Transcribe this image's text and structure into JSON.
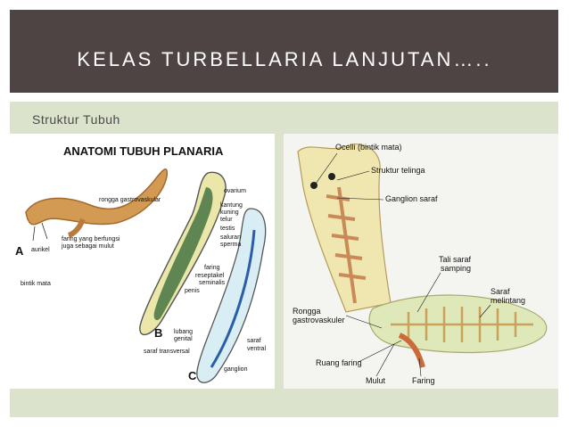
{
  "slide": {
    "title": "KELAS TURBELLARIA LANJUTAN…..",
    "subtitle": "Struktur Tubuh"
  },
  "figure_left": {
    "heading": "ANATOMI TUBUH PLANARIA",
    "labels": {
      "rongga": "rongga gastrovaskular",
      "faring1": "faring yang berfungsi",
      "faring2": "juga sebagai mulut",
      "aurikel": "aurikel",
      "bintik": "bintik mata",
      "A": "A",
      "B": "B",
      "C": "C",
      "ovarium": "ovarium",
      "kantung": "kantung",
      "kuning": "kuning",
      "telur": "telur",
      "testis": "testis",
      "saluran": "saluran",
      "sperma": "sperma",
      "faring": "faring",
      "reseptakel": "reseptakel",
      "seminalis": "seminalis",
      "penis": "penis",
      "lubang": "lubang",
      "genital": "genital",
      "saraf_transversal": "saraf transversal",
      "saraf": "saraf",
      "ventral": "ventral",
      "ganglion": "ganglion"
    }
  },
  "figure_right": {
    "labels": {
      "ocelli": "Ocelli (bintik mata)",
      "struktur": "Struktur telinga",
      "ganglion": "Ganglion saraf",
      "tali1": "Tali saraf",
      "tali2": "samping",
      "saraf1": "Saraf",
      "saraf2": "melintang",
      "rongga1": "Rongga",
      "rongga2": "gastrovaskuler",
      "ruang": "Ruang faring",
      "mulut": "Mulut",
      "faring": "Faring"
    }
  }
}
